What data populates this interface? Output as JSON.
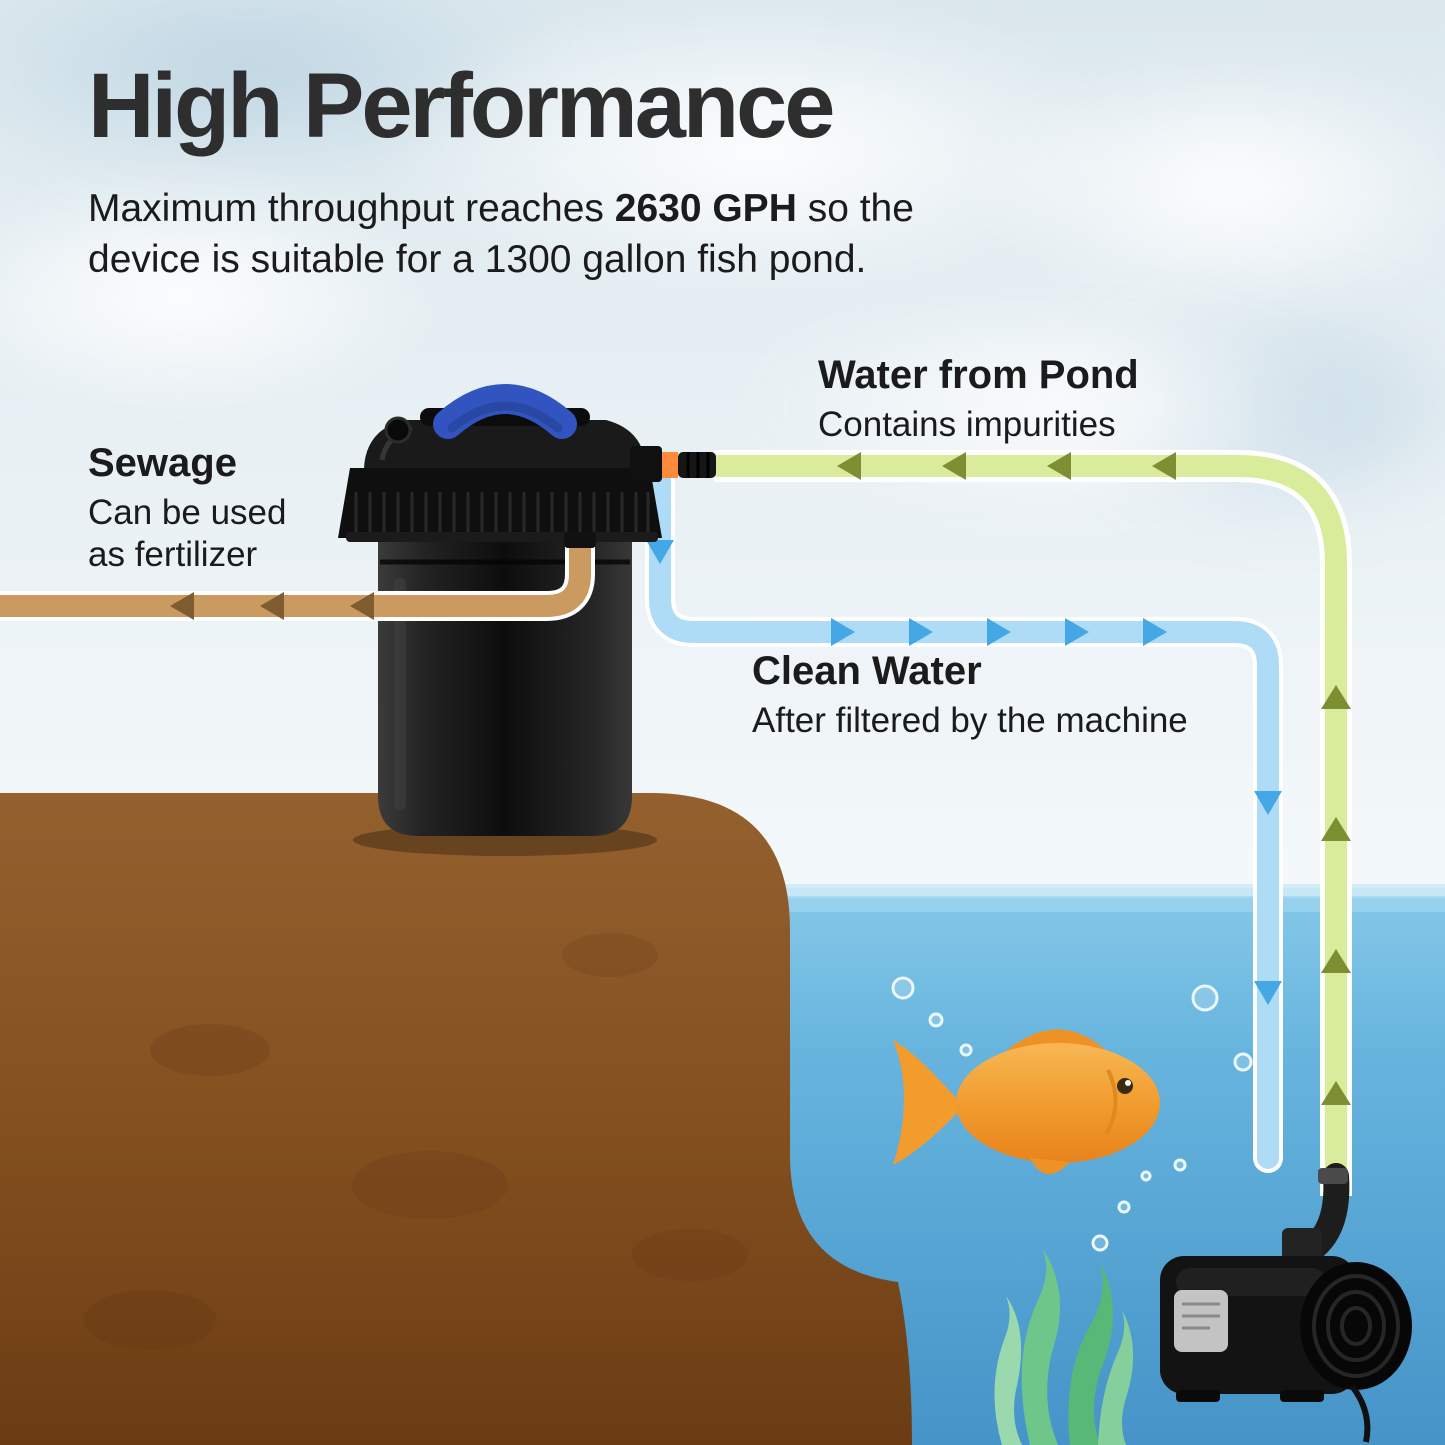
{
  "title": "High Performance",
  "subtitle": {
    "prefix": "Maximum throughput reaches ",
    "bold": "2630 GPH",
    "suffix": " so the device is suitable for a 1300 gallon fish pond."
  },
  "labels": {
    "pond_water": {
      "title": "Water from Pond",
      "subtitle": "Contains impurities"
    },
    "sewage": {
      "title": "Sewage",
      "subtitle": "Can be used as fertilizer"
    },
    "clean_water": {
      "title": "Clean Water",
      "subtitle": "After filtered by the machine"
    }
  },
  "flows": {
    "pond_water_direction": "from pond up and left into filter",
    "clean_water_direction": "from filter right and down into pond",
    "sewage_direction": "from filter out to the left"
  },
  "colors": {
    "pipe_green": "#d9ec9c",
    "arrow_green": "#7d8f33",
    "pipe_blue": "#aedcf6",
    "arrow_blue": "#45a7e3",
    "pipe_brown": "#cb9a60",
    "arrow_brown": "#7f5d30",
    "handle_blue": "#3254c0",
    "water_top": "#86c9e8",
    "water_deep": "#4694c8",
    "soil_top": "#93602e",
    "soil_deep": "#6b3c14",
    "title_text": "#2e2e2e",
    "body_text": "#1b1b1b"
  }
}
